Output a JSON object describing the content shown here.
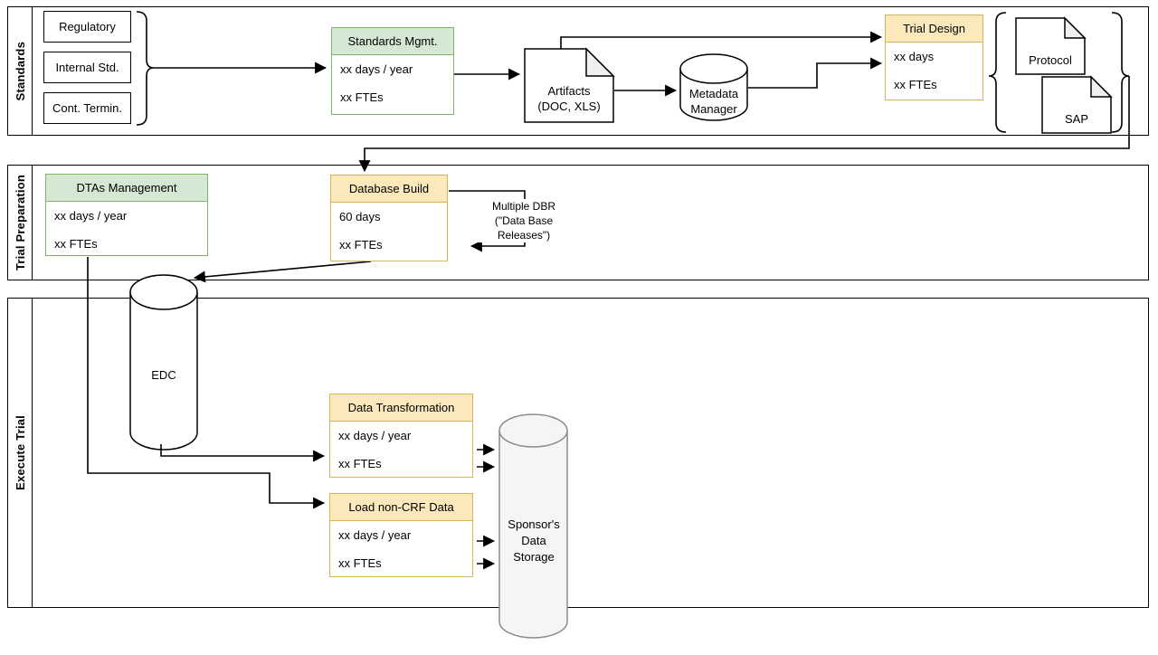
{
  "lanes": [
    {
      "label": "Standards"
    },
    {
      "label": "Trial Preparation"
    },
    {
      "label": "Execute Trial"
    }
  ],
  "standards": {
    "sources": [
      {
        "label": "Regulatory"
      },
      {
        "label": "Internal Std."
      },
      {
        "label": "Cont. Termin."
      }
    ],
    "standards_mgmt": {
      "title": "Standards Mgmt.",
      "rows": [
        "xx days / year",
        "xx FTEs"
      ]
    },
    "artifacts": {
      "lines": [
        "Artifacts",
        "(DOC, XLS)"
      ]
    },
    "metadata_manager": {
      "lines": [
        "Metadata",
        "Manager"
      ]
    },
    "trial_design": {
      "title": "Trial Design",
      "rows": [
        "xx days",
        "xx FTEs"
      ]
    },
    "protocol": {
      "label": "Protocol"
    },
    "sap": {
      "label": "SAP"
    }
  },
  "trial_preparation": {
    "dtas_management": {
      "title": "DTAs Management",
      "rows": [
        "xx days / year",
        "xx FTEs"
      ]
    },
    "database_build": {
      "title": "Database Build",
      "rows": [
        "60 days",
        "xx FTEs"
      ]
    },
    "dbr_note": {
      "lines": [
        "Multiple DBR",
        "(\"Data Base",
        "Releases\")"
      ]
    }
  },
  "execute_trial": {
    "edc": {
      "label": "EDC"
    },
    "data_transformation": {
      "title": "Data Transformation",
      "rows": [
        "xx days / year",
        "xx FTEs"
      ]
    },
    "load_non_crf": {
      "title": "Load non-CRF Data",
      "rows": [
        "xx days / year",
        "xx FTEs"
      ]
    },
    "sponsor_storage": {
      "lines": [
        "Sponsor's",
        "Data",
        "Storage"
      ]
    }
  },
  "colors": {
    "green_fill": "#d5e8d4",
    "green_border": "#82b366",
    "yellow_fill": "#fbe9bc",
    "yellow_border": "#d6b656",
    "cylinder_gray_fill": "#f5f5f5",
    "cylinder_gray_border": "#8c8c8c",
    "doc_fold_fill": "#f0f0f0",
    "line_color": "#000000"
  }
}
